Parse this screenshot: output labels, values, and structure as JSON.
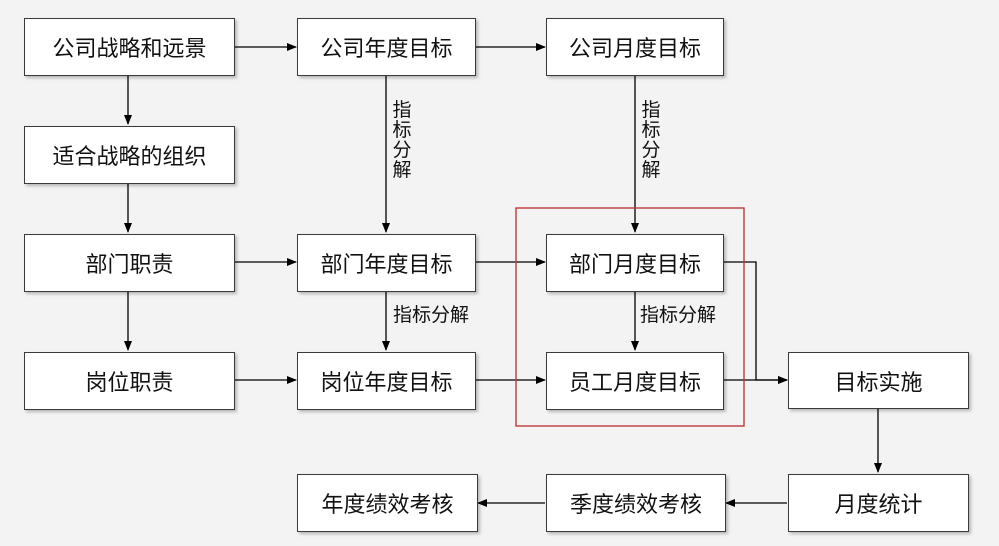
{
  "nodes": {
    "strategy": "公司战略和远景",
    "org": "适合战略的组织",
    "dept_duty": "部门职责",
    "post_duty": "岗位职责",
    "co_year": "公司年度目标",
    "dept_year": "部门年度目标",
    "post_year": "岗位年度目标",
    "co_month": "公司月度目标",
    "dept_month": "部门月度目标",
    "emp_month": "员工月度目标",
    "implement": "目标实施",
    "monthly_stat": "月度统计",
    "quarter_perf": "季度绩效考核",
    "year_perf": "年度绩效考核"
  },
  "labels": {
    "decompose_v1": "指标分解",
    "decompose_v2": "指标分解",
    "decompose_h1": "指标分解",
    "decompose_h2": "指标分解"
  },
  "colors": {
    "highlight_frame": "#c0393b",
    "line": "#000000",
    "background": "#f3f3f3"
  }
}
